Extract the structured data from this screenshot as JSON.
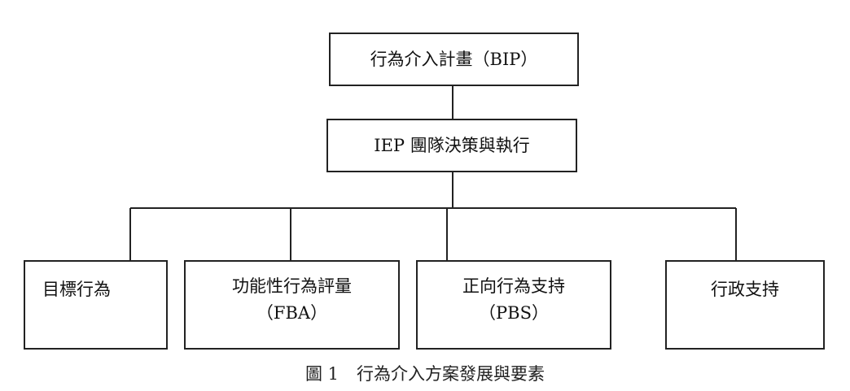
{
  "diagram": {
    "top": "行為介入計畫（BIP）",
    "middle": "IEP 團隊決策與執行",
    "children": [
      {
        "lines": [
          "目標行為"
        ]
      },
      {
        "lines": [
          "功能性行為評量",
          "（FBA）"
        ]
      },
      {
        "lines": [
          "正向行為支持",
          "（PBS）"
        ]
      },
      {
        "lines": [
          "行政支持"
        ]
      }
    ]
  },
  "caption": {
    "figure_label": "圖 1",
    "title": "行為介入方案發展與要素"
  }
}
